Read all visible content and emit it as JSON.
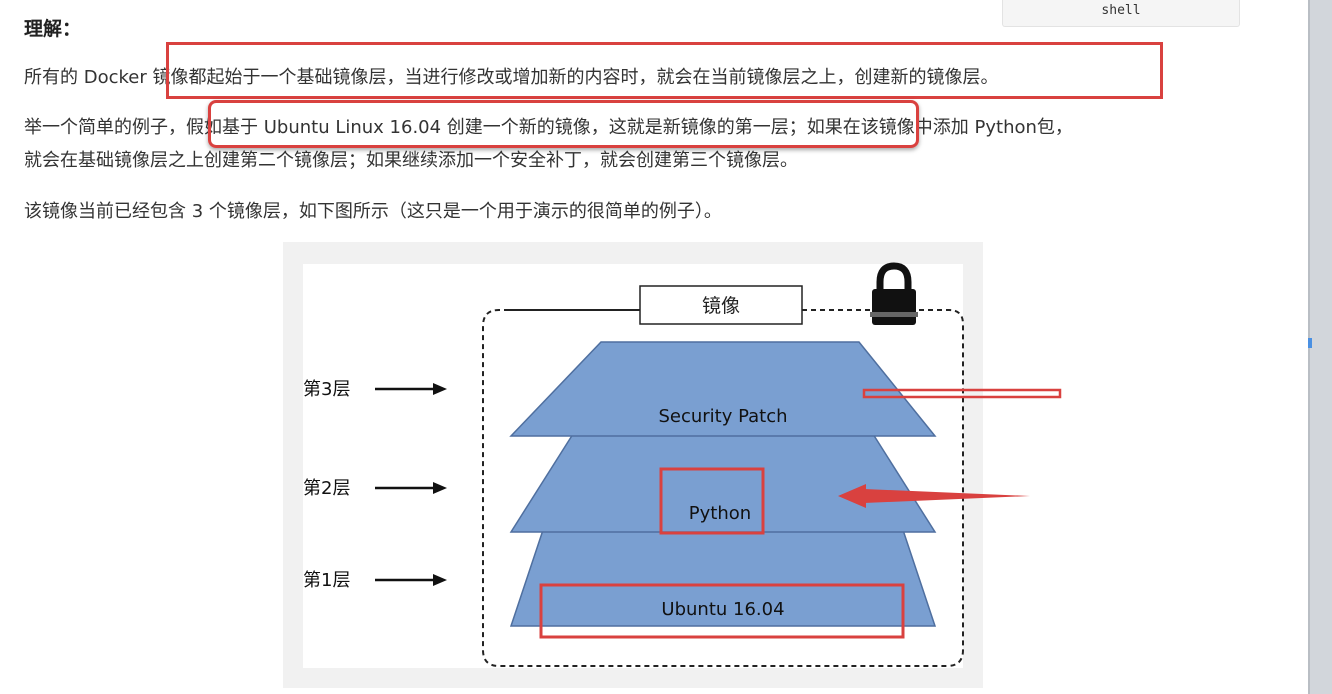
{
  "code_tab": {
    "label": "shell"
  },
  "article": {
    "heading": "理解：",
    "paragraph1": "所有的 Docker 镜像都起始于一个基础镜像层，当进行修改或增加新的内容时，就会在当前镜像层之上，创建新的镜像层。",
    "paragraph2_line1": "举一个简单的例子，假如基于 Ubuntu Linux 16.04 创建一个新的镜像，这就是新镜像的第一层；如果在该镜像中添加 Python包，",
    "paragraph2_line2": "就会在基础镜像层之上创建第二个镜像层；如果继续添加一个安全补丁，就会创建第三个镜像层。",
    "paragraph3": "该镜像当前已经包含 3 个镜像层，如下图所示（这只是一个用于演示的很简单的例子）。"
  },
  "diagram": {
    "image_label": "镜像",
    "lock_icon": "lock-icon",
    "layers": [
      {
        "side_label": "第3层",
        "name": "Security Patch"
      },
      {
        "side_label": "第2层",
        "name": "Python"
      },
      {
        "side_label": "第1层",
        "name": "Ubuntu 16.04"
      }
    ],
    "colors": {
      "layer_fill": "#7a9fd1",
      "layer_stroke": "#4f6f9f",
      "annotation_red": "#d9413f"
    }
  }
}
